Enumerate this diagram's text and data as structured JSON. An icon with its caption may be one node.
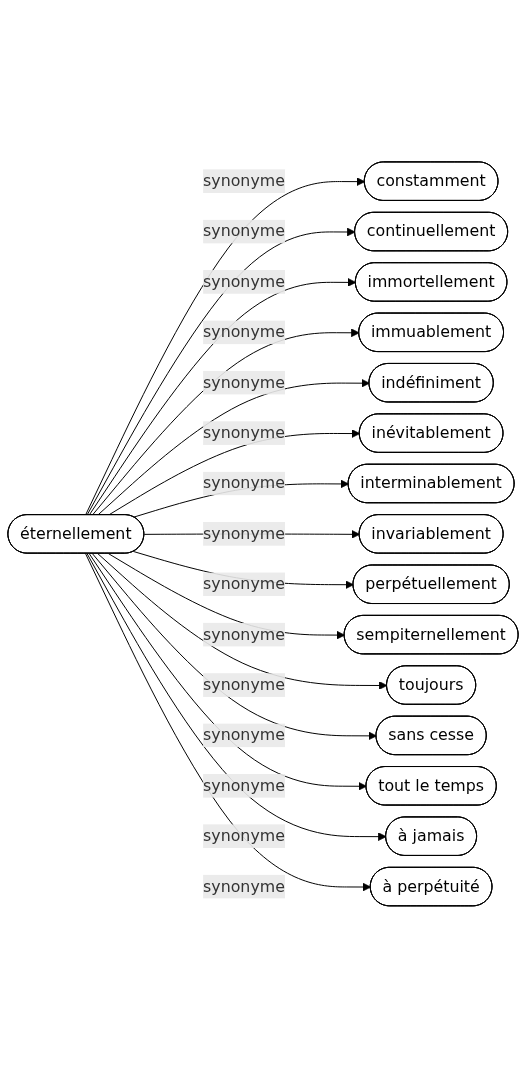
{
  "diagram": {
    "nodes": [
      {
        "text": [
          "éternellement"
        ]
      },
      {
        "text": [
          "constamment"
        ]
      },
      {
        "text": [
          "continuellement"
        ]
      },
      {
        "text": [
          "immortellement"
        ]
      },
      {
        "text": [
          "immuablement"
        ]
      },
      {
        "text": [
          "indéfiniment"
        ]
      },
      {
        "text": [
          "inévitablement"
        ]
      },
      {
        "text": [
          "interminablement"
        ]
      },
      {
        "text": [
          "invariablement"
        ]
      },
      {
        "text": [
          "perpétuellement"
        ]
      },
      {
        "text": [
          "sempiternellement"
        ]
      },
      {
        "text": [
          "toujours"
        ]
      },
      {
        "text": [
          "sans cesse"
        ]
      },
      {
        "text": [
          "tout le temps"
        ]
      },
      {
        "text": [
          "à jamais"
        ]
      },
      {
        "text": [
          "à perpétuité"
        ]
      }
    ],
    "edges": [
      {
        "from": 0,
        "to": 1,
        "arrow": "to",
        "label": "synonyme"
      },
      {
        "from": 0,
        "to": 2,
        "arrow": "to",
        "label": "synonyme"
      },
      {
        "from": 0,
        "to": 3,
        "arrow": "to",
        "label": "synonyme"
      },
      {
        "from": 0,
        "to": 4,
        "arrow": "to",
        "label": "synonyme"
      },
      {
        "from": 0,
        "to": 5,
        "arrow": "to",
        "label": "synonyme"
      },
      {
        "from": 0,
        "to": 6,
        "arrow": "to",
        "label": "synonyme"
      },
      {
        "from": 0,
        "to": 7,
        "arrow": "to",
        "label": "synonyme"
      },
      {
        "from": 0,
        "to": 8,
        "arrow": "to",
        "label": "synonyme"
      },
      {
        "from": 0,
        "to": 9,
        "arrow": "to",
        "label": "synonyme"
      },
      {
        "from": 0,
        "to": 10,
        "arrow": "to",
        "label": "synonyme"
      },
      {
        "from": 0,
        "to": 11,
        "arrow": "to",
        "label": "synonyme"
      },
      {
        "from": 0,
        "to": 12,
        "arrow": "to",
        "label": "synonyme"
      },
      {
        "from": 0,
        "to": 13,
        "arrow": "to",
        "label": "synonyme"
      },
      {
        "from": 0,
        "to": 14,
        "arrow": "to",
        "label": "synonyme"
      },
      {
        "from": 0,
        "to": 15,
        "arrow": "to",
        "label": "synonyme"
      }
    ]
  }
}
